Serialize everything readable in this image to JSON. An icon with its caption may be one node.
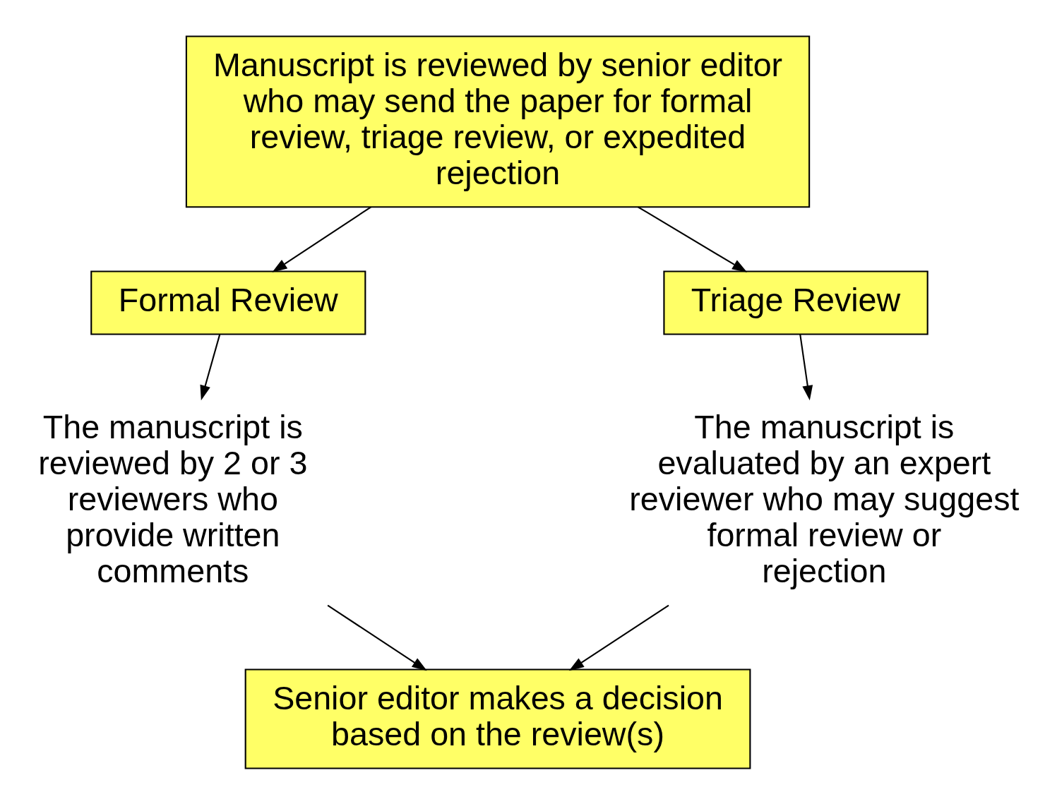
{
  "diagram": {
    "nodes": [
      {
        "text": [
          "Manuscript is reviewed by senior editor who may send the paper for formal review, triage review, or expedited rejection"
        ]
      },
      {
        "text": [
          "Formal Review"
        ]
      },
      {
        "text": [
          "Triage Review"
        ]
      },
      {
        "text": [
          "The manuscript is reviewed by 2 or 3 reviewers who provide written comments"
        ]
      },
      {
        "text": [
          "The manuscript is evaluated by an expert reviewer who may suggest formal review or rejection"
        ]
      },
      {
        "text": [
          "Senior editor makes a decision based on the review(s)"
        ]
      }
    ],
    "edges": [
      {
        "from": 0,
        "to": 1,
        "arrow": "to"
      },
      {
        "from": 0,
        "to": 2,
        "arrow": "to"
      },
      {
        "from": 1,
        "to": 3,
        "arrow": "to"
      },
      {
        "from": 2,
        "to": 4,
        "arrow": "to"
      },
      {
        "from": 3,
        "to": 5,
        "arrow": "to"
      },
      {
        "from": 4,
        "to": 5,
        "arrow": "to"
      }
    ]
  }
}
